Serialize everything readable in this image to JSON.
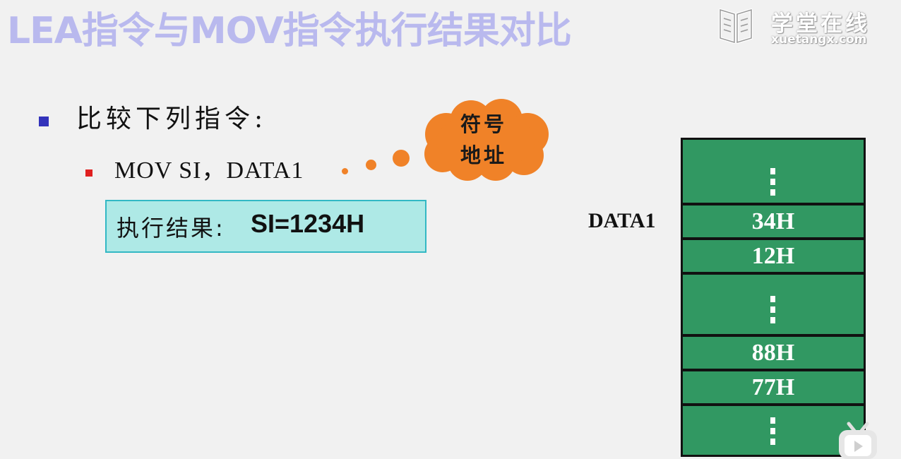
{
  "slide": {
    "title": "LEA指令与MOV指令执行结果对比",
    "logo": {
      "cn": "学堂在线",
      "en": "xuetangx.com"
    },
    "heading": "比较下列指令:",
    "instruction": "MOV SI，DATA1",
    "result_label": "执行结果:",
    "result_value": "SI=1234H",
    "callout": {
      "line1": "符号",
      "line2": "地址"
    },
    "memory": {
      "label": "DATA1",
      "cells": [
        {
          "value": ""
        },
        {
          "value": "34H"
        },
        {
          "value": "12H"
        },
        {
          "value": ""
        },
        {
          "value": "88H"
        },
        {
          "value": "77H"
        },
        {
          "value": ""
        }
      ]
    },
    "colors": {
      "title": "#b9b9ee",
      "cell": "#319862",
      "callout": "#f08228",
      "result_box": "#aee9e6"
    }
  }
}
